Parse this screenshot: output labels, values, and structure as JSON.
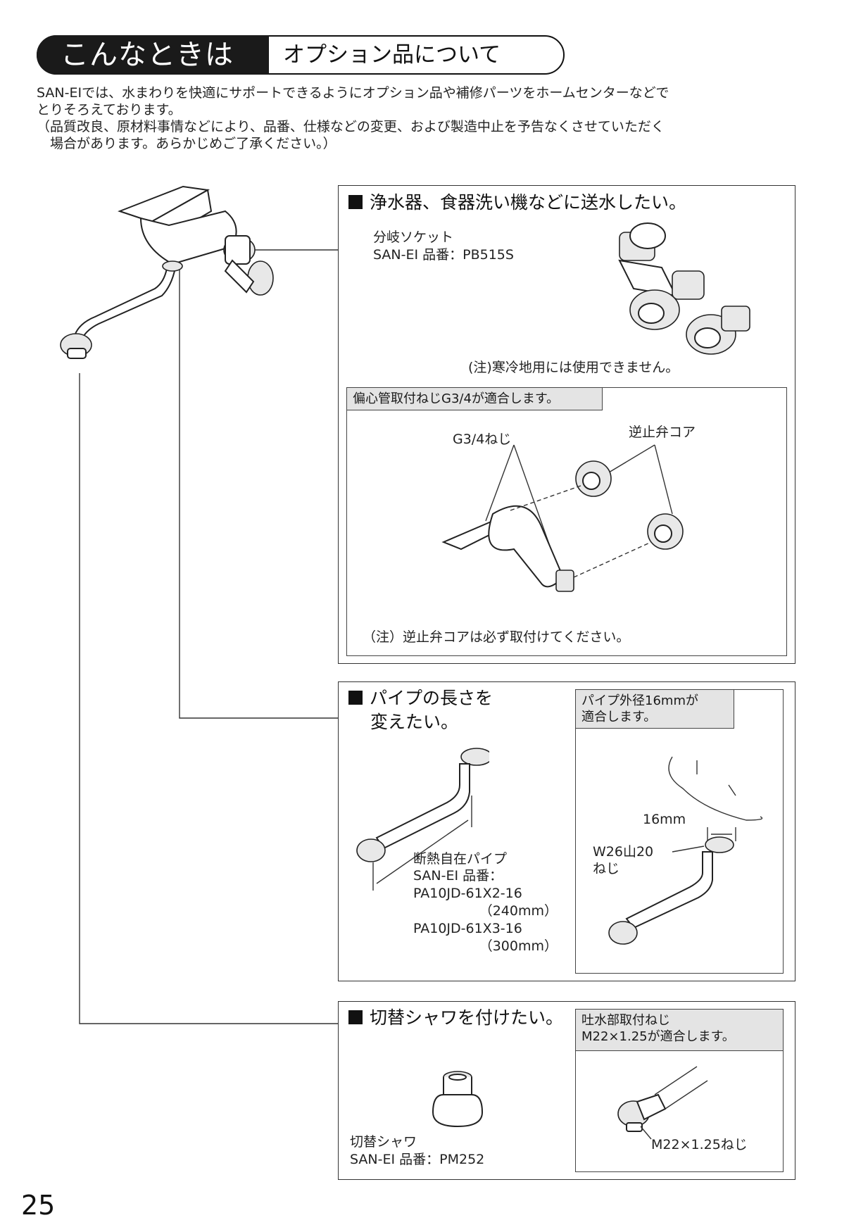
{
  "header": {
    "title": "こんなときは",
    "subtitle": "オプション品について"
  },
  "intro": [
    "SAN-EIでは、水まわりを快適にサポートできるようにオプション品や補修パーツをホームセンターなどで",
    "とりそろえております。",
    "（品質改良、原材料事情などにより、品番、仕様などの変更、および製造中止を予告なくさせていただく",
    "　場合があります。あらかじめご了承ください。）"
  ],
  "section1": {
    "heading": "浄水器、食器洗い機などに送水したい。",
    "product_name": "分岐ソケット",
    "product_code": "SAN-EI 品番：PB515S",
    "note": "(注)寒冷地用には使用できません。",
    "inner_label": "偏心管取付ねじG3/4が適合します。",
    "callout_thread": "G3/4ねじ",
    "callout_valve": "逆止弁コア",
    "inner_note": "（注）逆止弁コアは必ず取付けてください。"
  },
  "section2": {
    "heading_line1": "パイプの長さを",
    "heading_line2": "変えたい。",
    "product_name": "断熱自在パイプ",
    "product_code_label": "SAN-EI 品番：",
    "code1": "PA10JD-61X2-16",
    "len1": "（240mm）",
    "code2": "PA10JD-61X3-16",
    "len2": "（300mm）",
    "inner_label_line1": "パイプ外径16mmが",
    "inner_label_line2": "適合します。",
    "dim": "16mm",
    "thread_line1": "W26山20",
    "thread_line2": "ねじ"
  },
  "section3": {
    "heading": "切替シャワを付けたい。",
    "product_name": "切替シャワ",
    "product_code": "SAN-EI 品番：PM252",
    "inner_label_line1": "吐水部取付ねじ",
    "inner_label_line2": "M22×1.25が適合します。",
    "thread": "M22×1.25ねじ"
  },
  "page_number": "25"
}
